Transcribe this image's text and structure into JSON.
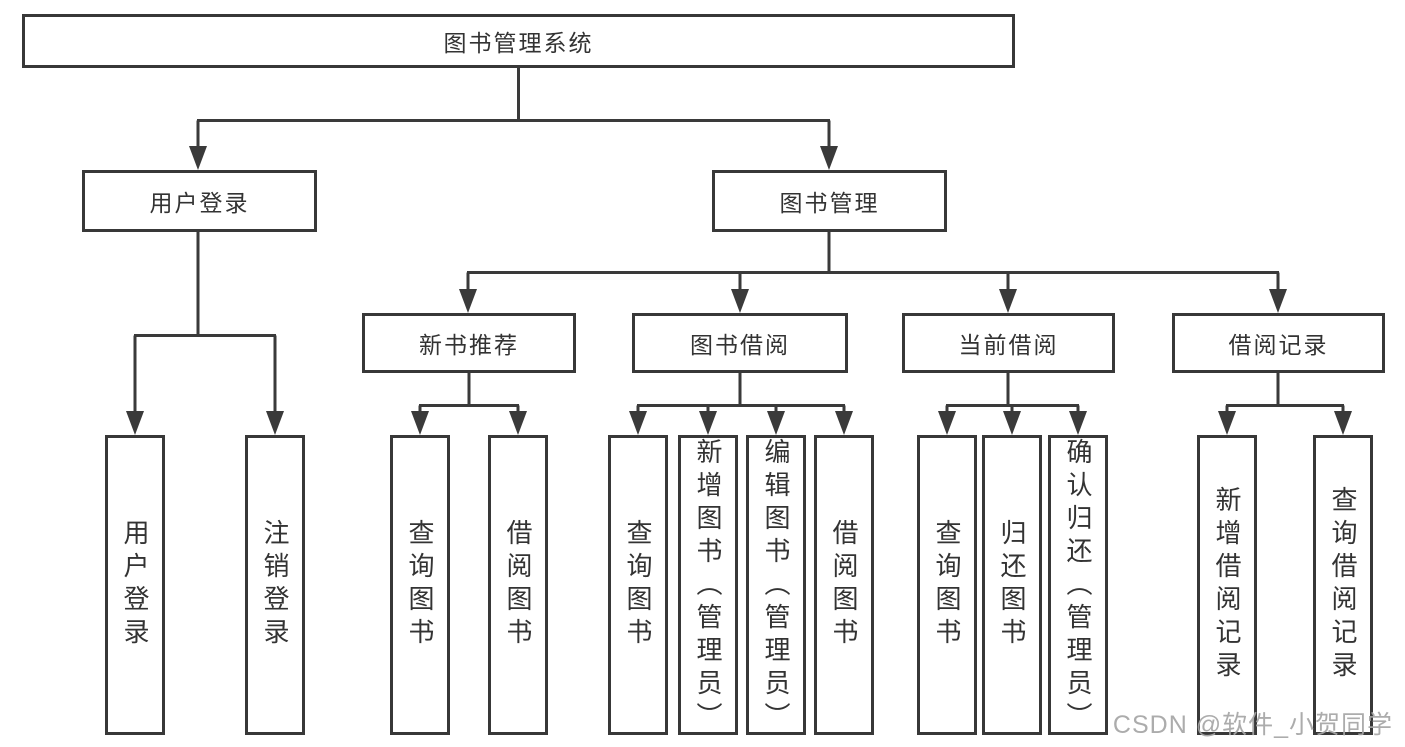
{
  "diagram": {
    "nodes": {
      "root": {
        "label": "图书管理系统"
      },
      "user_login": {
        "label": "用户登录"
      },
      "book_mgmt": {
        "label": "图书管理"
      },
      "new_book": {
        "label": "新书推荐"
      },
      "book_borrow": {
        "label": "图书借阅"
      },
      "current_borrow": {
        "label": "当前借阅"
      },
      "borrow_record": {
        "label": "借阅记录"
      },
      "ul_user_login": {
        "label": "用户登录"
      },
      "ul_logout": {
        "label": "注销登录"
      },
      "nb_query_book": {
        "label": "查询图书"
      },
      "nb_borrow_book": {
        "label": "借阅图书"
      },
      "bb_query_book": {
        "label": "查询图书"
      },
      "bb_add_book": {
        "label": "新增图书（管理员）"
      },
      "bb_edit_book": {
        "label": "编辑图书（管理员）"
      },
      "bb_borrow_book": {
        "label": "借阅图书"
      },
      "cb_query_book": {
        "label": "查询图书"
      },
      "cb_return_book": {
        "label": "归还图书"
      },
      "cb_confirm_return": {
        "label": "确认归还（管理员）"
      },
      "br_add_record": {
        "label": "新增借阅记录"
      },
      "br_query_record": {
        "label": "查询借阅记录"
      }
    },
    "hierarchy": [
      {
        "parent": "图书管理系统",
        "children": [
          "用户登录",
          "图书管理"
        ]
      },
      {
        "parent": "用户登录",
        "children": [
          "用户登录",
          "注销登录"
        ]
      },
      {
        "parent": "图书管理",
        "children": [
          "新书推荐",
          "图书借阅",
          "当前借阅",
          "借阅记录"
        ]
      },
      {
        "parent": "新书推荐",
        "children": [
          "查询图书",
          "借阅图书"
        ]
      },
      {
        "parent": "图书借阅",
        "children": [
          "查询图书",
          "新增图书（管理员）",
          "编辑图书（管理员）",
          "借阅图书"
        ]
      },
      {
        "parent": "当前借阅",
        "children": [
          "查询图书",
          "归还图书",
          "确认归还（管理员）"
        ]
      },
      {
        "parent": "借阅记录",
        "children": [
          "新增借阅记录",
          "查询借阅记录"
        ]
      }
    ],
    "colors": {
      "line": "#3a3a3a",
      "box_border": "#383838",
      "box_background": "#ffffff",
      "text": "#333333",
      "watermark": "#a5a5a5"
    }
  },
  "watermark": {
    "text": "CSDN @软件_小贺同学"
  }
}
